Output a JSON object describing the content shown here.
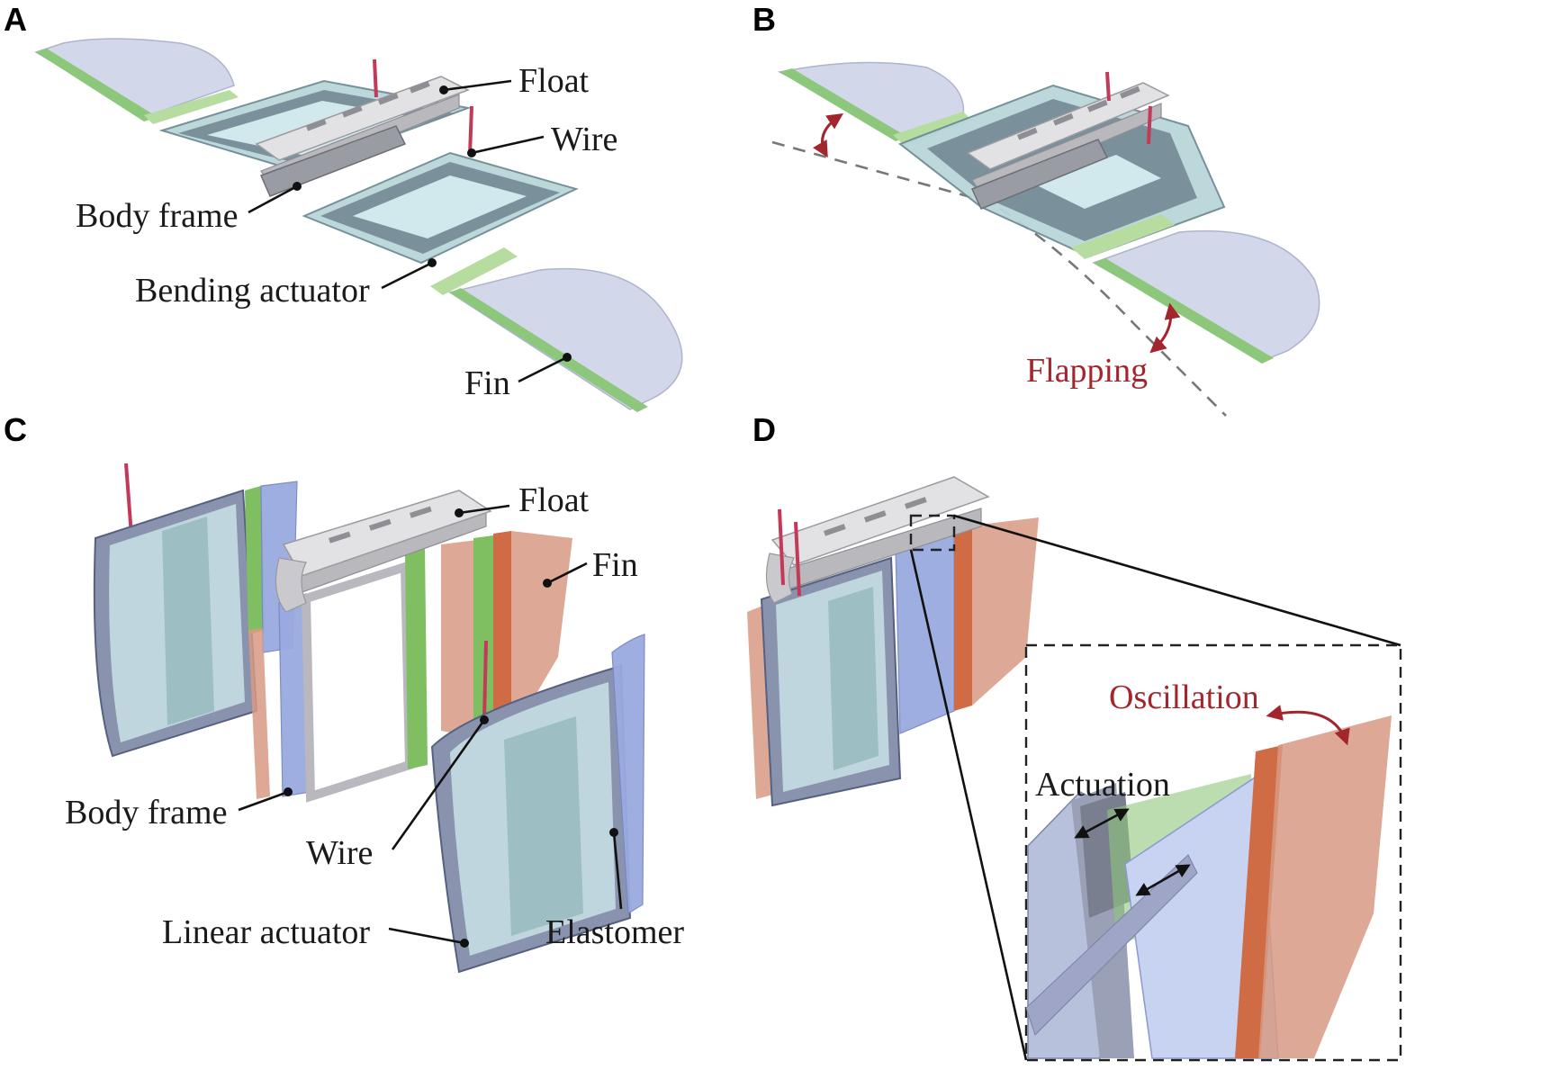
{
  "panels": {
    "a": {
      "letter": "A",
      "labels": {
        "float": "Float",
        "wire": "Wire",
        "body_frame": "Body frame",
        "bending_actuator": "Bending actuator",
        "fin": "Fin"
      }
    },
    "b": {
      "letter": "B",
      "labels": {
        "flapping": "Flapping"
      }
    },
    "c": {
      "letter": "C",
      "labels": {
        "float": "Float",
        "fin": "Fin",
        "body_frame": "Body frame",
        "wire": "Wire",
        "linear_actuator": "Linear actuator",
        "elastomer": "Elastomer"
      }
    },
    "d": {
      "letter": "D",
      "labels": {
        "oscillation": "Oscillation",
        "actuation": "Actuation"
      }
    }
  },
  "colors": {
    "annotation_red": "#a3262e",
    "fin_green": "#8dc77c",
    "wire": "#c23a5a",
    "fin_orange": "#d79a84"
  }
}
